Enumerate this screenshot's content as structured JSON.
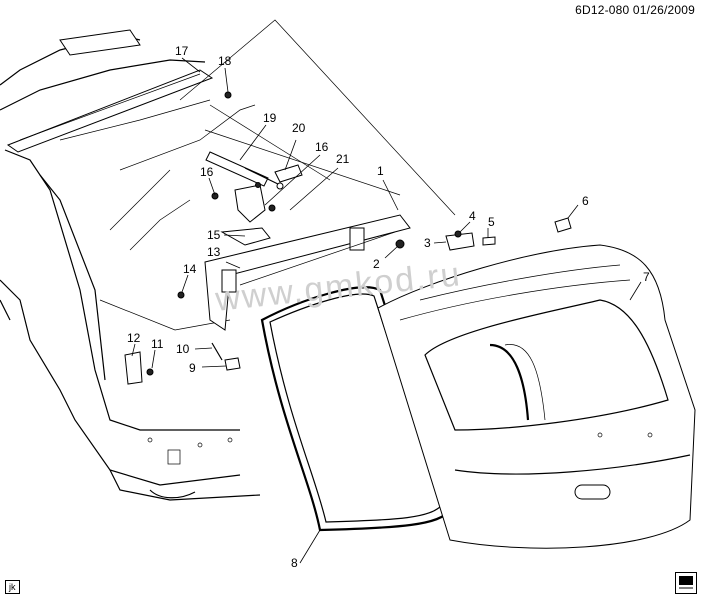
{
  "header": {
    "code": "6D12-080  01/26/2009"
  },
  "footer": {
    "left_tag": "jk",
    "logo_icon": "gm-parts-logo-icon"
  },
  "watermark": "www.gmkod.ru",
  "callouts": [
    {
      "id": "c1",
      "label": "1"
    },
    {
      "id": "c2",
      "label": "2"
    },
    {
      "id": "c3",
      "label": "3"
    },
    {
      "id": "c4",
      "label": "4"
    },
    {
      "id": "c5",
      "label": "5"
    },
    {
      "id": "c6",
      "label": "6"
    },
    {
      "id": "c7",
      "label": "7"
    },
    {
      "id": "c8",
      "label": "8"
    },
    {
      "id": "c9",
      "label": "9"
    },
    {
      "id": "c10",
      "label": "10"
    },
    {
      "id": "c11",
      "label": "11"
    },
    {
      "id": "c12",
      "label": "12"
    },
    {
      "id": "c13",
      "label": "13"
    },
    {
      "id": "c14",
      "label": "14"
    },
    {
      "id": "c15",
      "label": "15"
    },
    {
      "id": "c16a",
      "label": "16"
    },
    {
      "id": "c16b",
      "label": "16"
    },
    {
      "id": "c17",
      "label": "17"
    },
    {
      "id": "c18",
      "label": "18"
    },
    {
      "id": "c19",
      "label": "19"
    },
    {
      "id": "c20",
      "label": "20"
    },
    {
      "id": "c21",
      "label": "21"
    }
  ]
}
